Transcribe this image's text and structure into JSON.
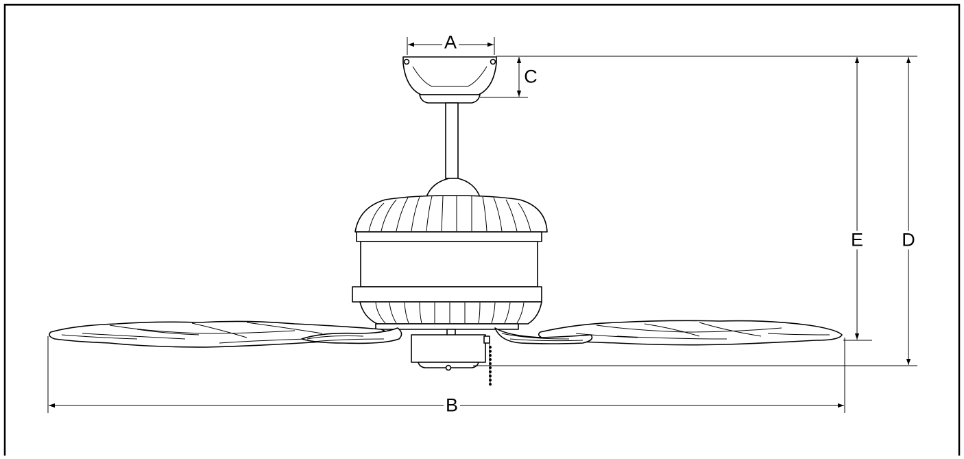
{
  "diagram": {
    "subject_icon": "ceiling-fan-icon",
    "line_color": "#000000",
    "background_color": "#ffffff",
    "dimension_labels": {
      "a": "A",
      "b": "B",
      "c": "C",
      "d": "D",
      "e": "E"
    }
  }
}
